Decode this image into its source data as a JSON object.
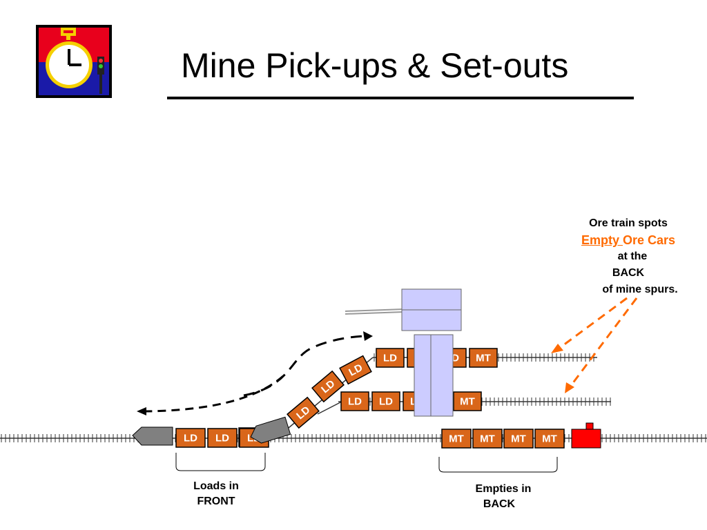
{
  "slide": {
    "title": "Mine Pick-ups & Set-outs"
  },
  "labels": {
    "loads_line1": "Loads in",
    "loads_line2": "FRONT",
    "empties_line1": "Empties in",
    "empties_line2": "BACK"
  },
  "note": {
    "line1": "Ore train spots",
    "line2a": "Empty ",
    "line2b": "Ore Cars",
    "line3": "at the",
    "line4": "BACK",
    "line5": "of mine spurs."
  },
  "cars": {
    "main_loads": [
      "LD",
      "LD",
      "LD"
    ],
    "main_empties": [
      "MT",
      "MT",
      "MT",
      "MT"
    ],
    "upper_spur": [
      "LD",
      "LD",
      "LD",
      "MT"
    ],
    "lower_spur": [
      "LD",
      "LD",
      "LD",
      "MT"
    ],
    "ramp": [
      "LD",
      "LD",
      "LD",
      "LD"
    ]
  },
  "colors": {
    "car_fill": "#d9661a",
    "car_border": "#000000",
    "car_text": "#ffffff",
    "locomotive": "#808080",
    "caboose": "#ff0000",
    "arrow": "#ff6a00",
    "building": "#ccccff",
    "accent_text": "#ff6a00"
  },
  "icons": {
    "logo": "stopwatch-signal-icon"
  }
}
